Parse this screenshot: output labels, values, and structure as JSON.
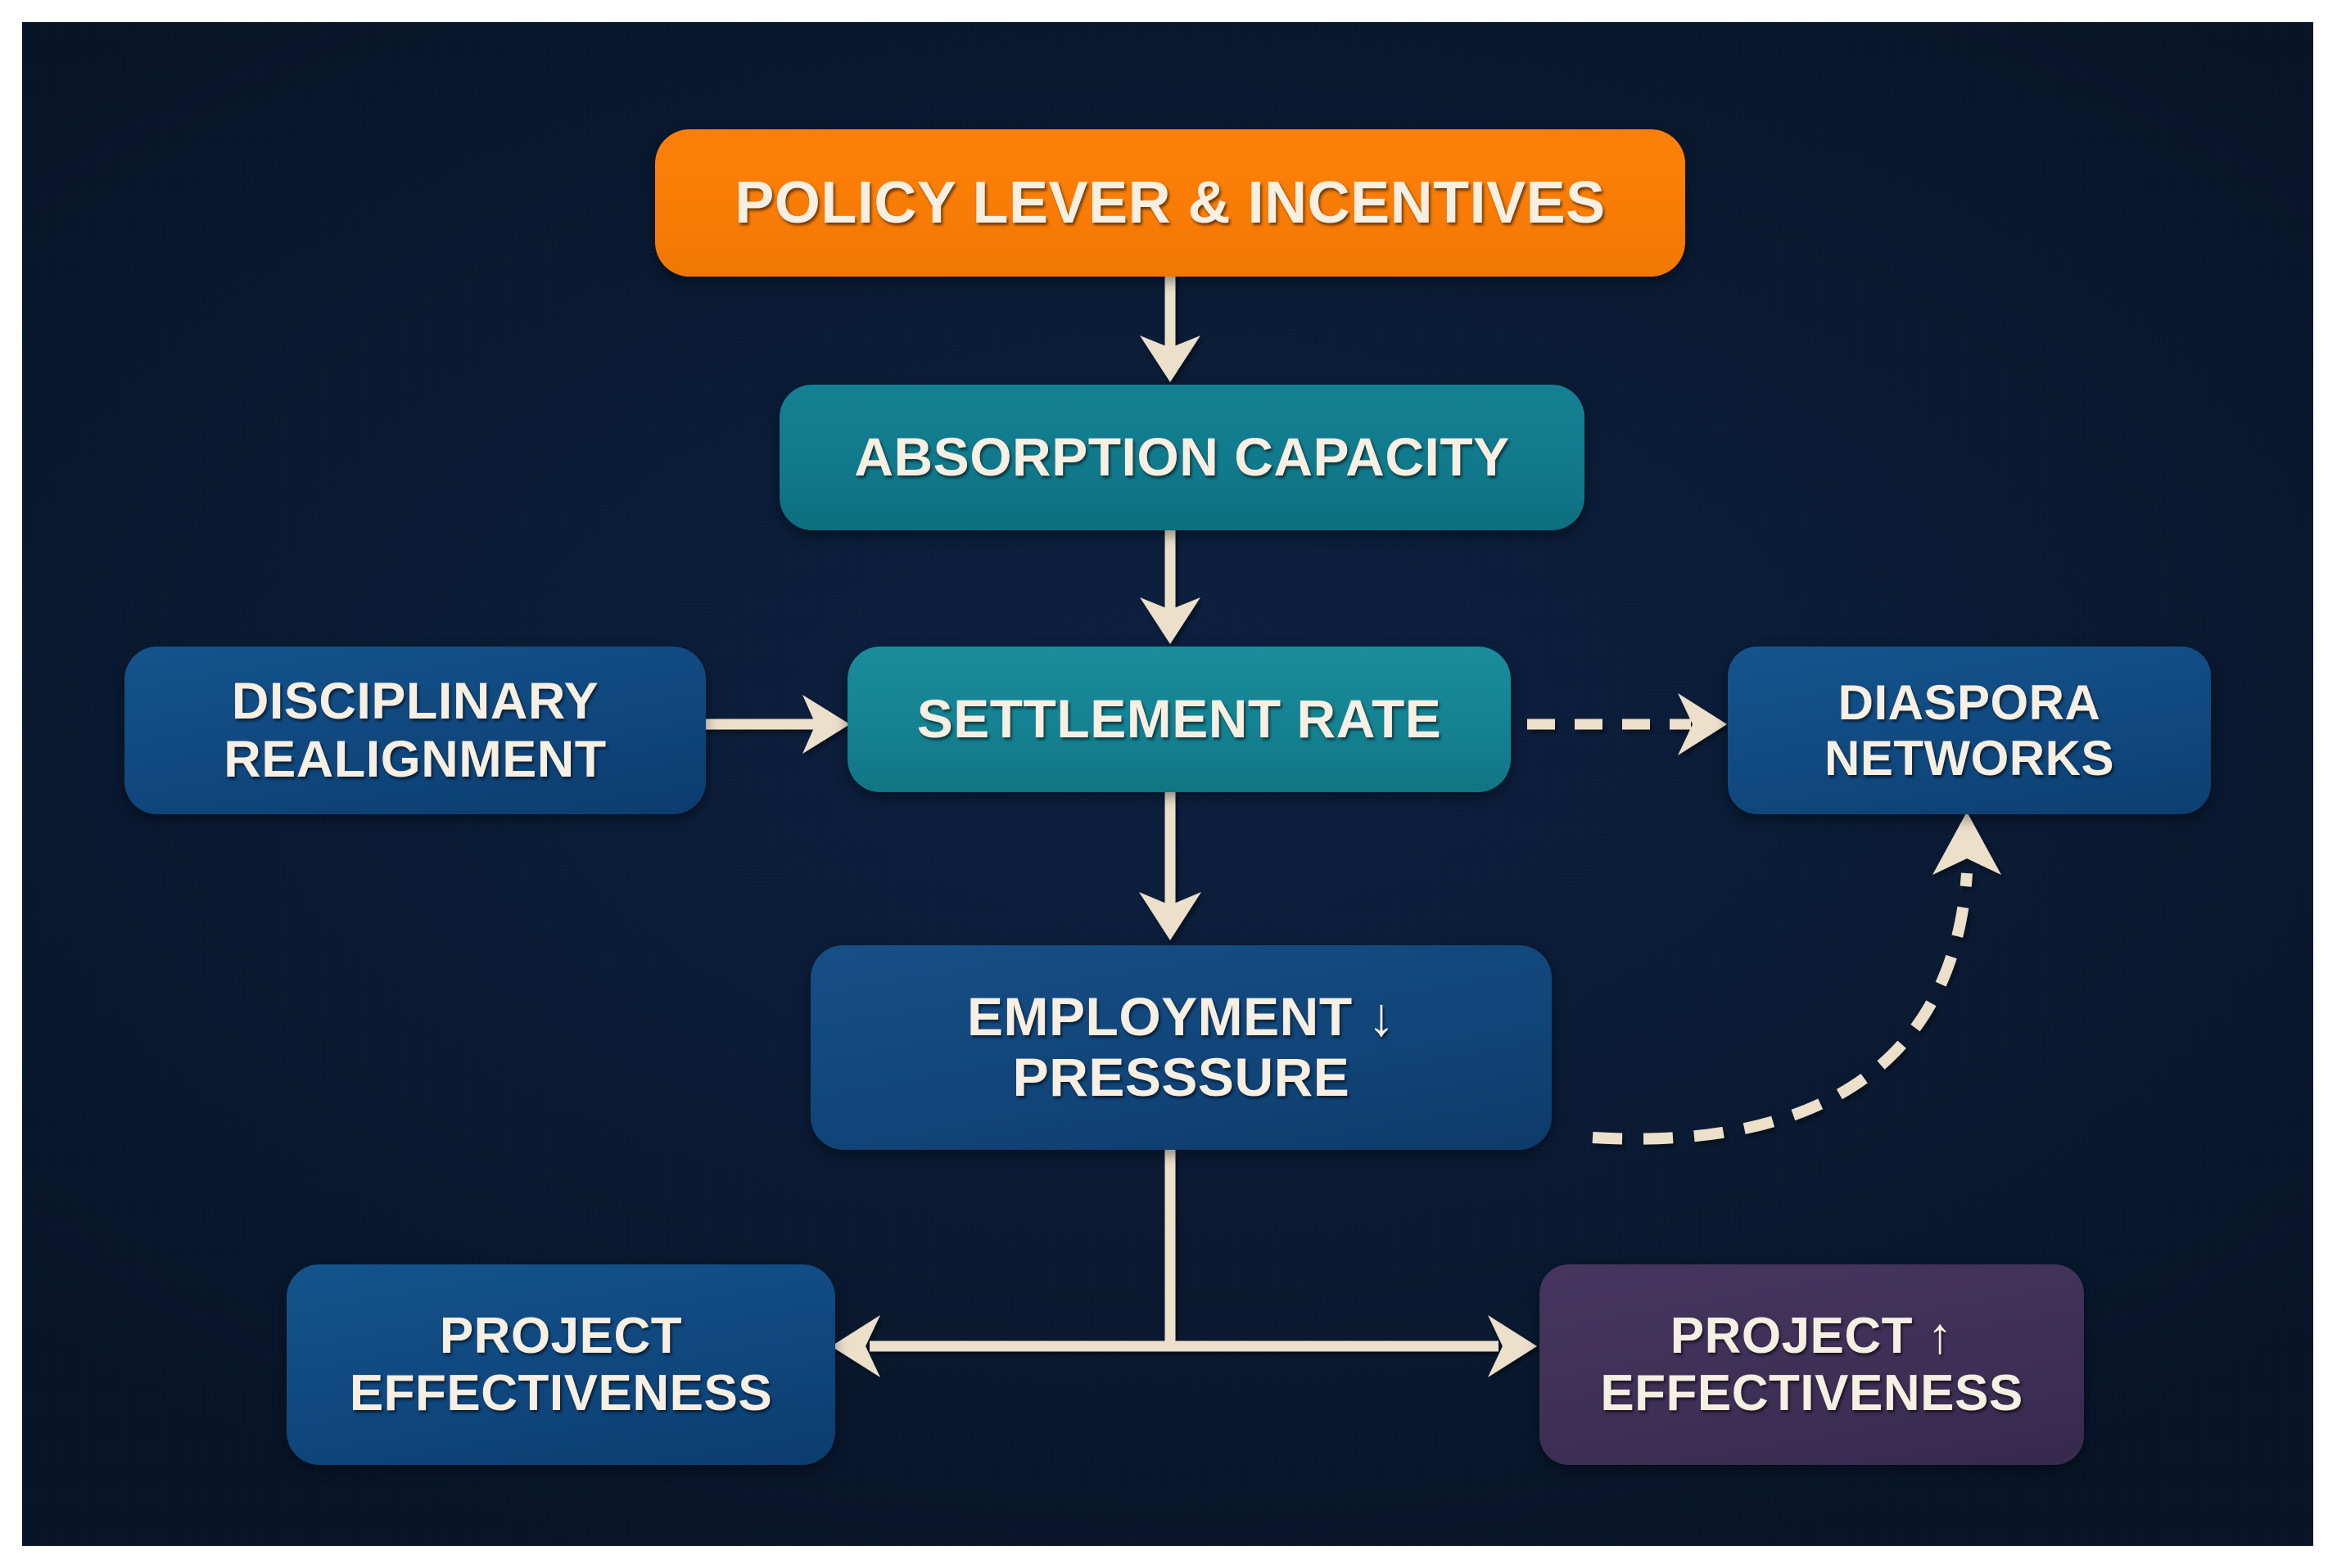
{
  "diagram": {
    "title": "Policy lever flow diagram",
    "background_color": "#09182f",
    "arrow_color": "#ece0cb",
    "text_color": "#f6efe2",
    "nodes": [
      {
        "id": "policy-lever",
        "label": "POLICY LEVER & INCENTIVES",
        "color": "#F97C06",
        "shape": "rounded-rect",
        "row": 1
      },
      {
        "id": "absorption-capacity",
        "label": "ABSORPTION CAPACITY",
        "color": "#108292",
        "shape": "rounded-rect",
        "row": 2
      },
      {
        "id": "disciplinary-realignment",
        "label": "DISCIPLINARY\nREALIGNMENT",
        "color": "#0F467C",
        "shape": "rounded-rect",
        "row": 3
      },
      {
        "id": "settlement-rate",
        "label": "SETTLEMENT RATE",
        "color": "#148292",
        "shape": "rounded-rect",
        "row": 3
      },
      {
        "id": "diaspora-networks",
        "label": "DIASPORA\nNETWORKS",
        "color": "#10487E",
        "shape": "rounded-rect",
        "row": 3
      },
      {
        "id": "employment-pressure",
        "label": "EMPLOYMENT ↓\nPRESSSURE",
        "color": "#114478",
        "shape": "rounded-rect",
        "trend": "down",
        "row": 4
      },
      {
        "id": "project-effectiveness-left",
        "label": "PROJECT\nEFFECTIVENESS",
        "color": "#0F467C",
        "shape": "rounded-rect",
        "row": 5
      },
      {
        "id": "project-effectiveness-right",
        "label": "PROJECT  ↑\nEFFECTIVENESS",
        "color": "#3E2F56",
        "shape": "rounded-rect",
        "trend": "up",
        "row": 5
      }
    ],
    "edges": [
      {
        "id": "policy-to-absorption",
        "from": "policy-lever",
        "to": "absorption-capacity",
        "style": "solid",
        "direction": "down"
      },
      {
        "id": "absorption-to-settlement",
        "from": "absorption-capacity",
        "to": "settlement-rate",
        "style": "solid",
        "direction": "down"
      },
      {
        "id": "disciplinary-to-settlement",
        "from": "disciplinary-realignment",
        "to": "settlement-rate",
        "style": "solid",
        "direction": "right"
      },
      {
        "id": "settlement-to-diaspora",
        "from": "settlement-rate",
        "to": "diaspora-networks",
        "style": "dashed",
        "direction": "right"
      },
      {
        "id": "settlement-to-employment",
        "from": "settlement-rate",
        "to": "employment-pressure",
        "style": "solid",
        "direction": "down"
      },
      {
        "id": "employment-to-projects",
        "from": "employment-pressure",
        "to": "project-effectiveness-left",
        "style": "solid",
        "direction": "split-left-right"
      },
      {
        "id": "employment-to-project-right",
        "from": "employment-pressure",
        "to": "project-effectiveness-right",
        "style": "solid",
        "direction": "right"
      },
      {
        "id": "projects-to-diaspora",
        "from": "project-effectiveness-right",
        "to": "diaspora-networks",
        "style": "dashed",
        "direction": "curved-up"
      }
    ]
  }
}
